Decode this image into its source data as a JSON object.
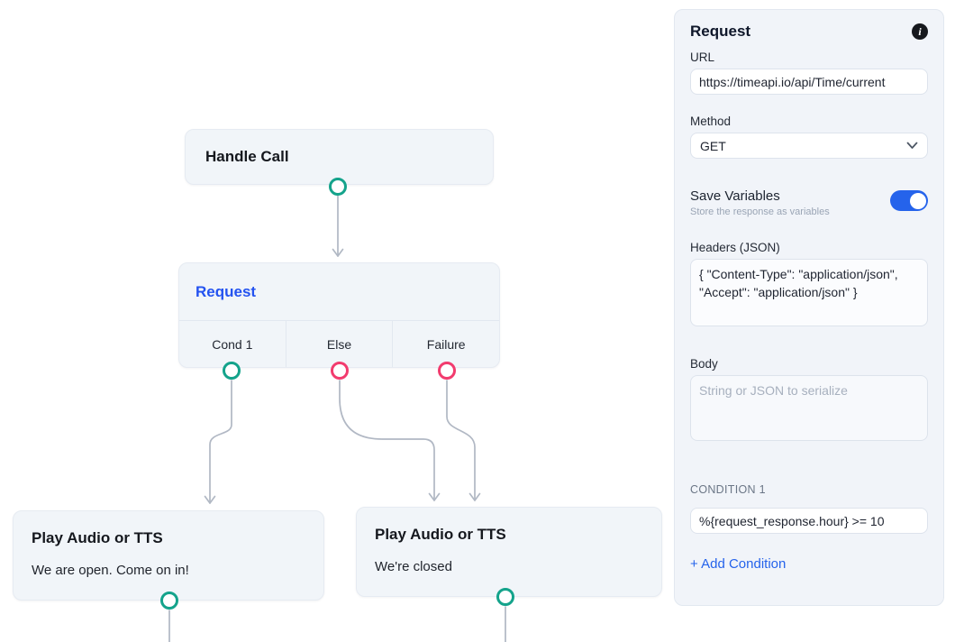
{
  "colors": {
    "teal_port": "#14a38b",
    "pink_port": "#f23b6e",
    "accent_blue": "#2563eb",
    "node_title_blue": "#2453f0",
    "connector_gray": "#b1b8c4",
    "panel_bg": "#f1f4f9",
    "node_bg": "#f1f5f9"
  },
  "canvas": {
    "handle_call": {
      "title": "Handle Call"
    },
    "request": {
      "title": "Request",
      "outputs": [
        {
          "label": "Cond 1",
          "port_color": "teal"
        },
        {
          "label": "Else",
          "port_color": "pink"
        },
        {
          "label": "Failure",
          "port_color": "pink"
        }
      ]
    },
    "play_open": {
      "title": "Play Audio or TTS",
      "body": "We are open. Come on in!"
    },
    "play_closed": {
      "title": "Play Audio or TTS",
      "body": "We're closed"
    }
  },
  "panel": {
    "title": "Request",
    "info_icon": "i",
    "url": {
      "label": "URL",
      "value": "https://timeapi.io/api/Time/current"
    },
    "method": {
      "label": "Method",
      "value": "GET"
    },
    "save_variables": {
      "label": "Save Variables",
      "subtitle": "Store the response as variables",
      "enabled": true
    },
    "headers": {
      "label": "Headers (JSON)",
      "value": "{ \"Content-Type\": \"application/json\", \"Accept\": \"application/json\" }"
    },
    "body": {
      "label": "Body",
      "placeholder": "String or JSON to serialize"
    },
    "condition": {
      "label": "CONDITION 1",
      "value": "%{request_response.hour} >= 10"
    },
    "add_condition_label": "+ Add Condition"
  }
}
